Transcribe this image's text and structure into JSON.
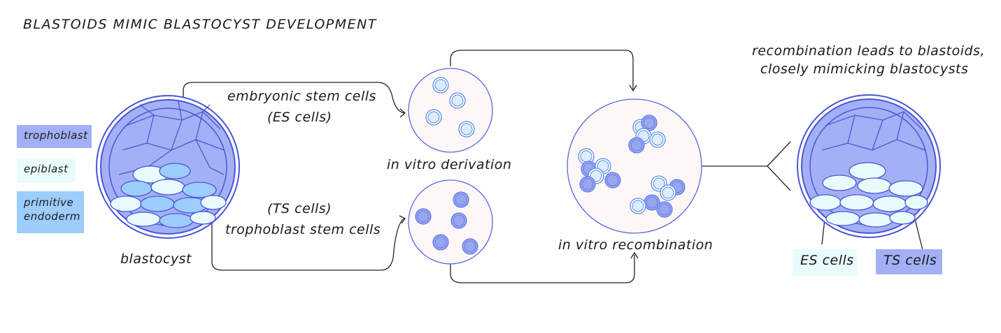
{
  "title": "BLASTOIDS MIMIC BLASTOCYST DEVELOPMENT",
  "legend": [
    {
      "label": "trophoblast",
      "color": "#a3b0f5"
    },
    {
      "label": "epiblast",
      "color": "#e9fbfd"
    },
    {
      "label": "primitive endoderm",
      "color": "#9dcdfa"
    }
  ],
  "labels": {
    "blastocyst": "blastocyst",
    "es_cells_long": "embryonic stem cells",
    "es_cells_short": "(ES cells)",
    "ts_cells_short": "(TS cells)",
    "ts_cells_long": "trophoblast stem cells",
    "in_vitro_derivation": "in vitro derivation",
    "in_vitro_recombination": "in vitro recombination",
    "result_line1": "recombination leads to blastoids,",
    "result_line2": "closely mimicking blastocysts",
    "blastoid_es": "ES cells",
    "blastoid_ts": "TS cells"
  },
  "colors": {
    "trophoblast": "#a3b0f5",
    "epiblast": "#e9fbfd",
    "endoderm": "#9dcdfa",
    "outline": "#4a57d8",
    "dish": "#fdf8f7",
    "es_cell_fill": "#dcecfa",
    "es_cell_ring": "#5b8ef0",
    "ts_cell_fill": "#98a6f0",
    "ts_cell_ring": "#6a7ce8"
  }
}
